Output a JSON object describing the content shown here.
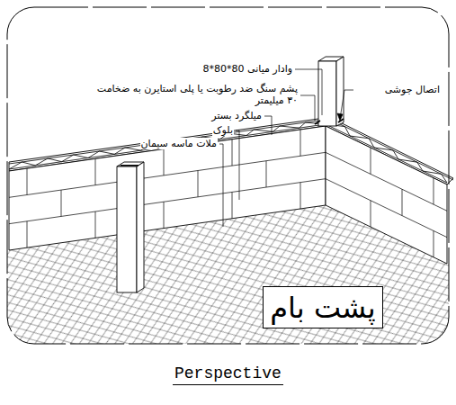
{
  "diagram": {
    "caption": "Perspective",
    "nodes": [
      {
        "text": [
          "پشت بام"
        ]
      }
    ],
    "labels": [
      "وادار میانی 80*80*8",
      "پشم سنگ ضد رطوبت یا پلی استایرن به ضخامت ۳۰ میلیمتر",
      "میلگرد بستر",
      "بلوک",
      "ملات ماسه سیمان",
      "اتصال جوشی"
    ]
  }
}
